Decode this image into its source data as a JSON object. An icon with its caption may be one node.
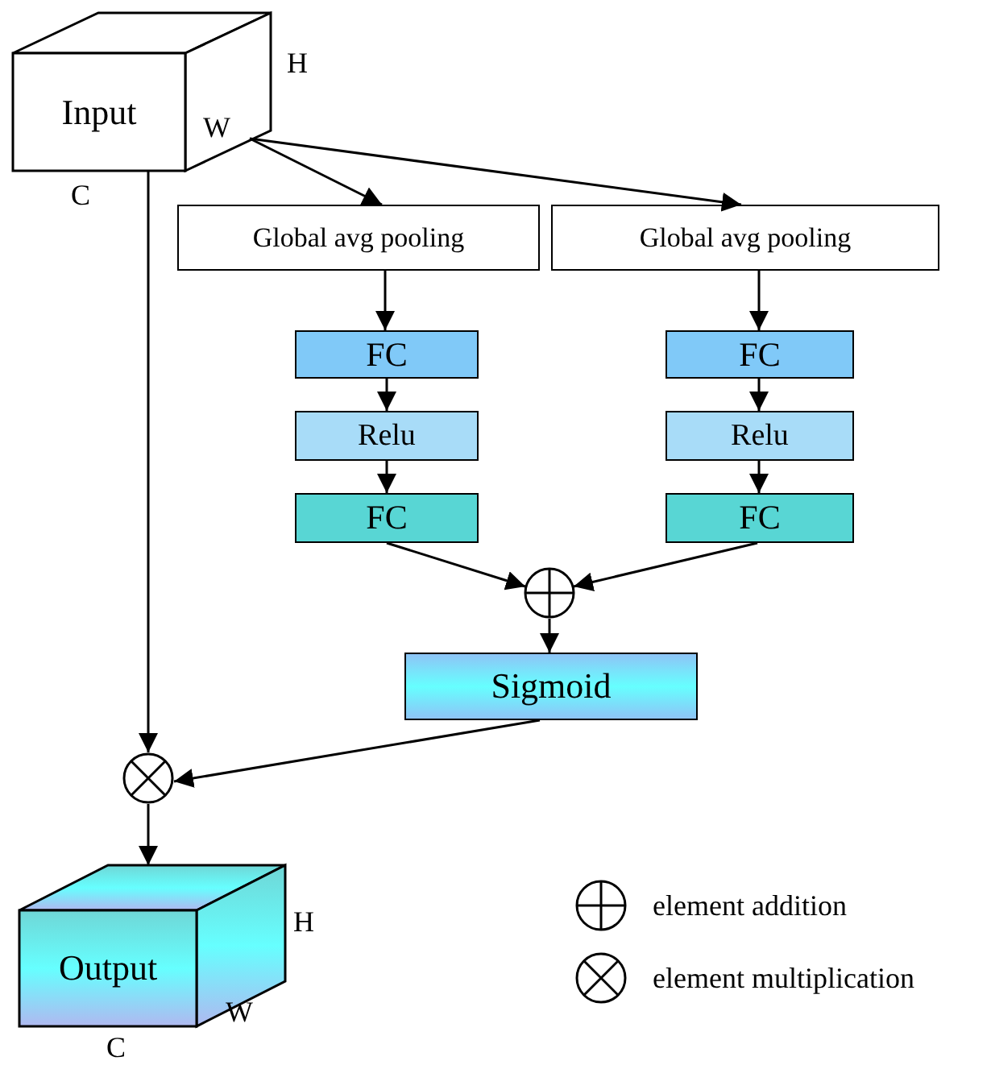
{
  "diagram": {
    "nodes": [
      {
        "text": [
          "Input",
          "W"
        ],
        "beside": [
          "H",
          "C"
        ]
      },
      {
        "text": [
          "Global avg pooling"
        ]
      },
      {
        "text": [
          "Global avg pooling"
        ]
      },
      {
        "text": [
          "FC"
        ]
      },
      {
        "text": [
          "Relu"
        ]
      },
      {
        "text": [
          "FC"
        ]
      },
      {
        "text": [
          "FC"
        ]
      },
      {
        "text": [
          "Relu"
        ]
      },
      {
        "text": [
          "FC"
        ]
      },
      {
        "text": [],
        "shape": "circle"
      },
      {
        "text": [
          "Sigmoid"
        ]
      },
      {
        "text": [],
        "shape": "circle"
      },
      {
        "text": [
          "Output",
          "W"
        ],
        "beside": [
          "H",
          "C"
        ]
      }
    ],
    "edges": [
      {
        "from": 0,
        "to": 1,
        "arrow": "to"
      },
      {
        "from": 0,
        "to": 2,
        "arrow": "to"
      },
      {
        "from": 1,
        "to": 3,
        "arrow": "to"
      },
      {
        "from": 3,
        "to": 4,
        "arrow": "to"
      },
      {
        "from": 4,
        "to": 5,
        "arrow": "to"
      },
      {
        "from": 2,
        "to": 6,
        "arrow": "to"
      },
      {
        "from": 6,
        "to": 7,
        "arrow": "to"
      },
      {
        "from": 7,
        "to": 8,
        "arrow": "to"
      },
      {
        "from": 5,
        "to": 9,
        "arrow": "to"
      },
      {
        "from": 8,
        "to": 9,
        "arrow": "to"
      },
      {
        "from": 9,
        "to": 10,
        "arrow": "to"
      },
      {
        "from": 10,
        "to": 11,
        "arrow": "to"
      },
      {
        "from": 0,
        "to": 11,
        "arrow": "to"
      },
      {
        "from": 11,
        "to": 12,
        "arrow": "to"
      }
    ],
    "legend": [
      {
        "text": "element addition"
      },
      {
        "text": "element multiplication"
      }
    ]
  }
}
